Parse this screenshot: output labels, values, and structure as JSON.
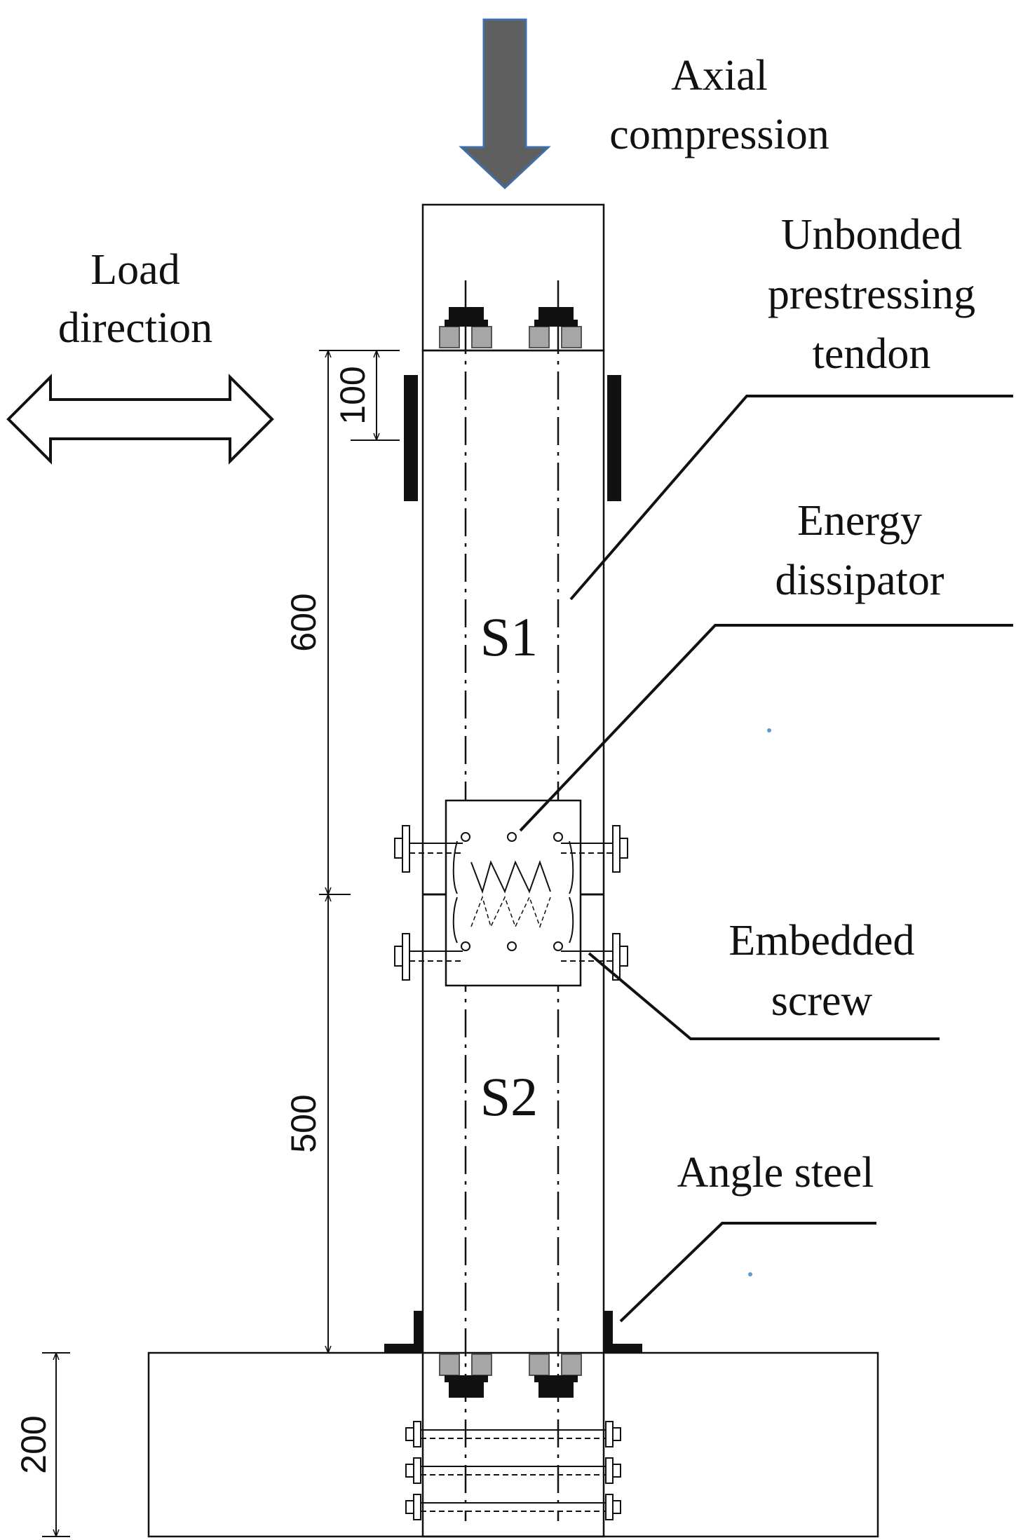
{
  "labels": {
    "axial_line1": "Axial",
    "axial_line2": "compression",
    "load_line1": "Load",
    "load_line2": "direction",
    "tendon_line1": "Unbonded",
    "tendon_line2": "prestressing",
    "tendon_line3": "tendon",
    "dissipator_line1": "Energy",
    "dissipator_line2": "dissipator",
    "screw_line1": "Embedded",
    "screw_line2": "screw",
    "angle": "Angle steel"
  },
  "segments": {
    "upper": "S1",
    "lower": "S2"
  },
  "dimensions": {
    "top_plate": "100",
    "upper_height": "600",
    "lower_height": "500",
    "base_height": "200"
  },
  "colors": {
    "arrow_fill": "#5f5f5f",
    "arrow_stroke": "#3f6ea8",
    "line": "#111111",
    "plate_gray": "#a6a6a6",
    "dot": "#5b9bd5"
  }
}
